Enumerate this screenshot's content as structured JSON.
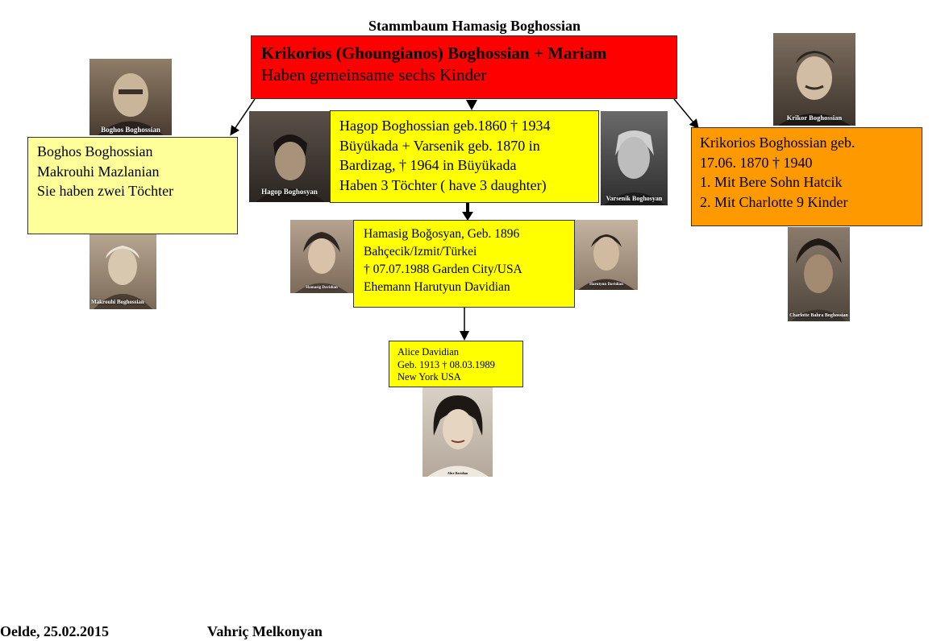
{
  "title": "Stammbaum Hamasig Boghossian",
  "root": {
    "line1": "Krikorios (Ghoungianos) Boghossian + Mariam",
    "line2": "Haben gemeinsame sechs Kinder"
  },
  "left_box": {
    "lines": [
      "Boghos Boghossian",
      "Makrouhi Mazlanian",
      "Sie haben zwei Töchter"
    ]
  },
  "center_box": {
    "lines": [
      "Hagop Boghossian geb.1860 † 1934",
      "Büyükada + Varsenik geb. 1870 in",
      "Bardizag, † 1964 in Büyükada",
      "Haben 3 Töchter ( have 3 daughter)"
    ]
  },
  "right_box": {
    "lines": [
      "Krikorios Boghossian geb.",
      "17.06. 1870  † 1940",
      "1. Mit Bere Sohn Hatcik",
      "2. Mit Charlotte  9 Kinder"
    ]
  },
  "hamasig_box": {
    "lines": [
      "Hamasig Boğosyan, Geb. 1896",
      "Bahçecik/Izmit/Türkei",
      "† 07.07.1988 Garden City/USA",
      "Ehemann Harutyun Davidian"
    ]
  },
  "alice_box": {
    "lines": [
      "Alice Davidian",
      "Geb. 1913 † 08.03.1989",
      "New York USA"
    ]
  },
  "photos": {
    "boghos": "Boghos Boghossian",
    "makrouhi": "Makrouhi  Boghossian",
    "hagop": "Hagop Boghosyan",
    "varsenik": "Varsenik Boghosyan",
    "krikor": "Krikor Boghossian",
    "charlotte": "Charlotte Bahra Boghossian",
    "hamasig": "Hamasig Davidian",
    "harutyun": "Harutyun Davidian",
    "alice": "Alice Davidian"
  },
  "footer": {
    "place_date": "Oelde, 25.02.2015",
    "author": "Vahriç Melkonyan"
  }
}
